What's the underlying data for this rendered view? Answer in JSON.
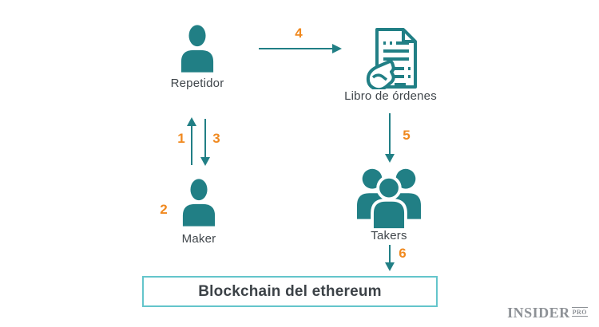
{
  "diagram": {
    "nodes": {
      "repetidor": {
        "label": "Repetidor",
        "icon": "person-icon"
      },
      "libro_de_ordenes": {
        "label": "Libro de órdenes",
        "icon": "document-hand-icon"
      },
      "maker": {
        "label": "Maker",
        "icon": "person-icon"
      },
      "takers": {
        "label": "Takers",
        "icon": "people-group-icon"
      },
      "blockchain": {
        "label": "Blockchain del ethereum"
      }
    },
    "steps": {
      "step1": {
        "num": "1",
        "from": "maker",
        "to": "repetidor",
        "direction": "up"
      },
      "step2": {
        "num": "2",
        "at": "maker"
      },
      "step3": {
        "num": "3",
        "from": "repetidor",
        "to": "maker",
        "direction": "down"
      },
      "step4": {
        "num": "4",
        "from": "repetidor",
        "to": "libro_de_ordenes",
        "direction": "right"
      },
      "step5": {
        "num": "5",
        "from": "libro_de_ordenes",
        "to": "takers",
        "direction": "down"
      },
      "step6": {
        "num": "6",
        "from": "takers",
        "to": "blockchain",
        "direction": "down"
      }
    },
    "colors": {
      "icon_teal": "#217f85",
      "arrow_teal": "#217f85",
      "number_orange": "#f0891f",
      "box_border": "#64c5cb",
      "label_text": "#40464b",
      "logo_gray": "#8d9196"
    }
  },
  "branding": {
    "name": "INSIDER",
    "suffix": "PRO"
  }
}
